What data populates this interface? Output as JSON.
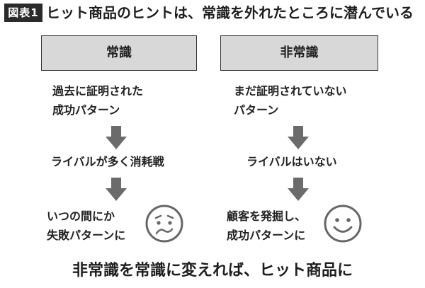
{
  "title": {
    "badge": "図表1",
    "text": "ヒット商品のヒントは、常識を外れたところに潜んでいる"
  },
  "left": {
    "header": "常識",
    "step1": [
      "過去に証明された",
      "成功パターン"
    ],
    "step2": "ライバルが多く消耗戦",
    "step3": [
      "いつの間にか",
      "失敗パターンに"
    ],
    "face": "sad-face-icon"
  },
  "right": {
    "header": "非常識",
    "step1": [
      "まだ証明されていない",
      "パターン"
    ],
    "step2": "ライバルはいない",
    "step3": [
      "顧客を発掘し、",
      "成功パターンに"
    ],
    "face": "smile-face-icon"
  },
  "footer": "非常識を常識に変えれば、ヒット商品に",
  "colors": {
    "box_fill": "#d8d8d8",
    "arrow": "#6b6b6b",
    "badge": "#2b2b2b"
  }
}
